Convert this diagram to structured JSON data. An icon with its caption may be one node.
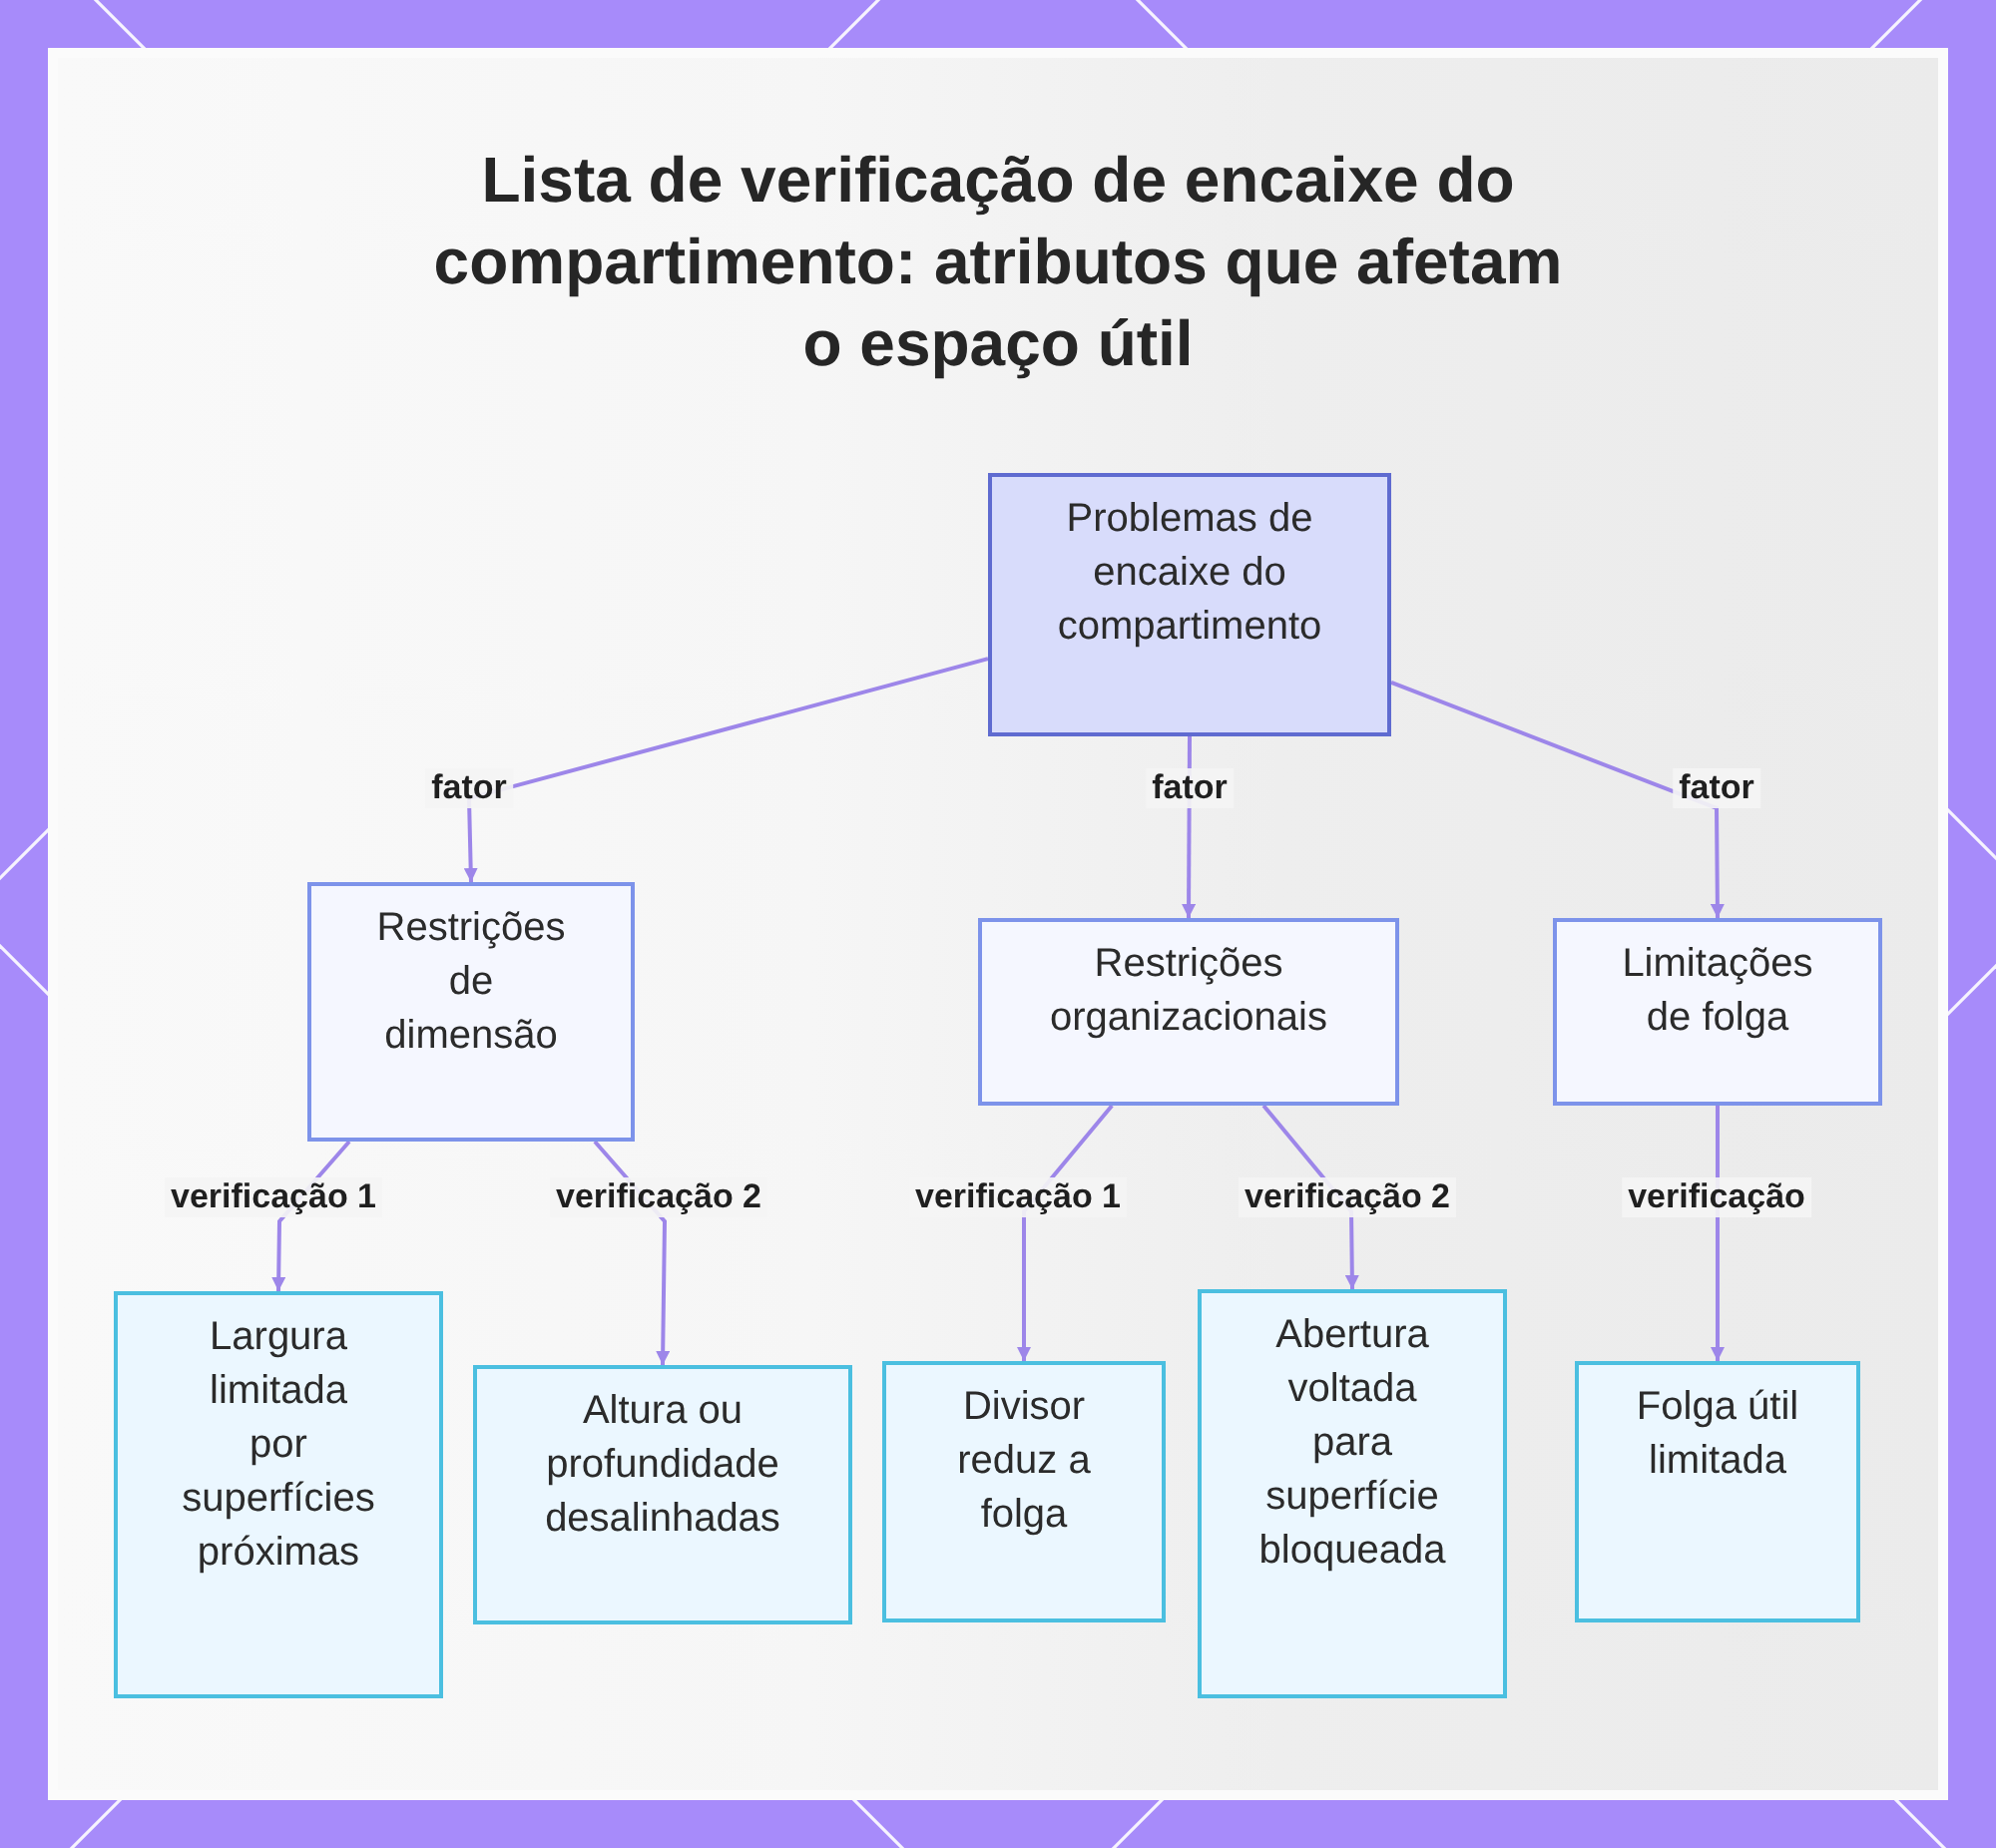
{
  "diagram": {
    "title": "Lista de verificação de encaixe do compartimento: atributos que afetam o espaço útil",
    "nodes": [
      {
        "text": [
          "Problemas de encaixe do compartimento"
        ]
      },
      {
        "text": [
          "Restrições de dimensão"
        ]
      },
      {
        "text": [
          "Restrições organizacionais"
        ]
      },
      {
        "text": [
          "Limitações de folga"
        ]
      },
      {
        "text": [
          "Largura limitada por superfícies próximas"
        ]
      },
      {
        "text": [
          "Altura ou profundidade desalinhadas"
        ]
      },
      {
        "text": [
          "Divisor reduz a folga"
        ]
      },
      {
        "text": [
          "Abertura voltada para superfície bloqueada"
        ]
      },
      {
        "text": [
          "Folga útil limitada"
        ]
      }
    ],
    "edges": [
      {
        "from": 0,
        "to": 1,
        "arrow": "to",
        "label": "fator"
      },
      {
        "from": 0,
        "to": 2,
        "arrow": "to",
        "label": "fator"
      },
      {
        "from": 0,
        "to": 3,
        "arrow": "to",
        "label": "fator"
      },
      {
        "from": 1,
        "to": 4,
        "arrow": "to",
        "label": "verificação 1"
      },
      {
        "from": 1,
        "to": 5,
        "arrow": "to",
        "label": "verificação 2"
      },
      {
        "from": 2,
        "to": 6,
        "arrow": "to",
        "label": "verificação 1"
      },
      {
        "from": 2,
        "to": 7,
        "arrow": "to",
        "label": "verificação 2"
      },
      {
        "from": 3,
        "to": 8,
        "arrow": "to",
        "label": "verificação"
      }
    ]
  }
}
